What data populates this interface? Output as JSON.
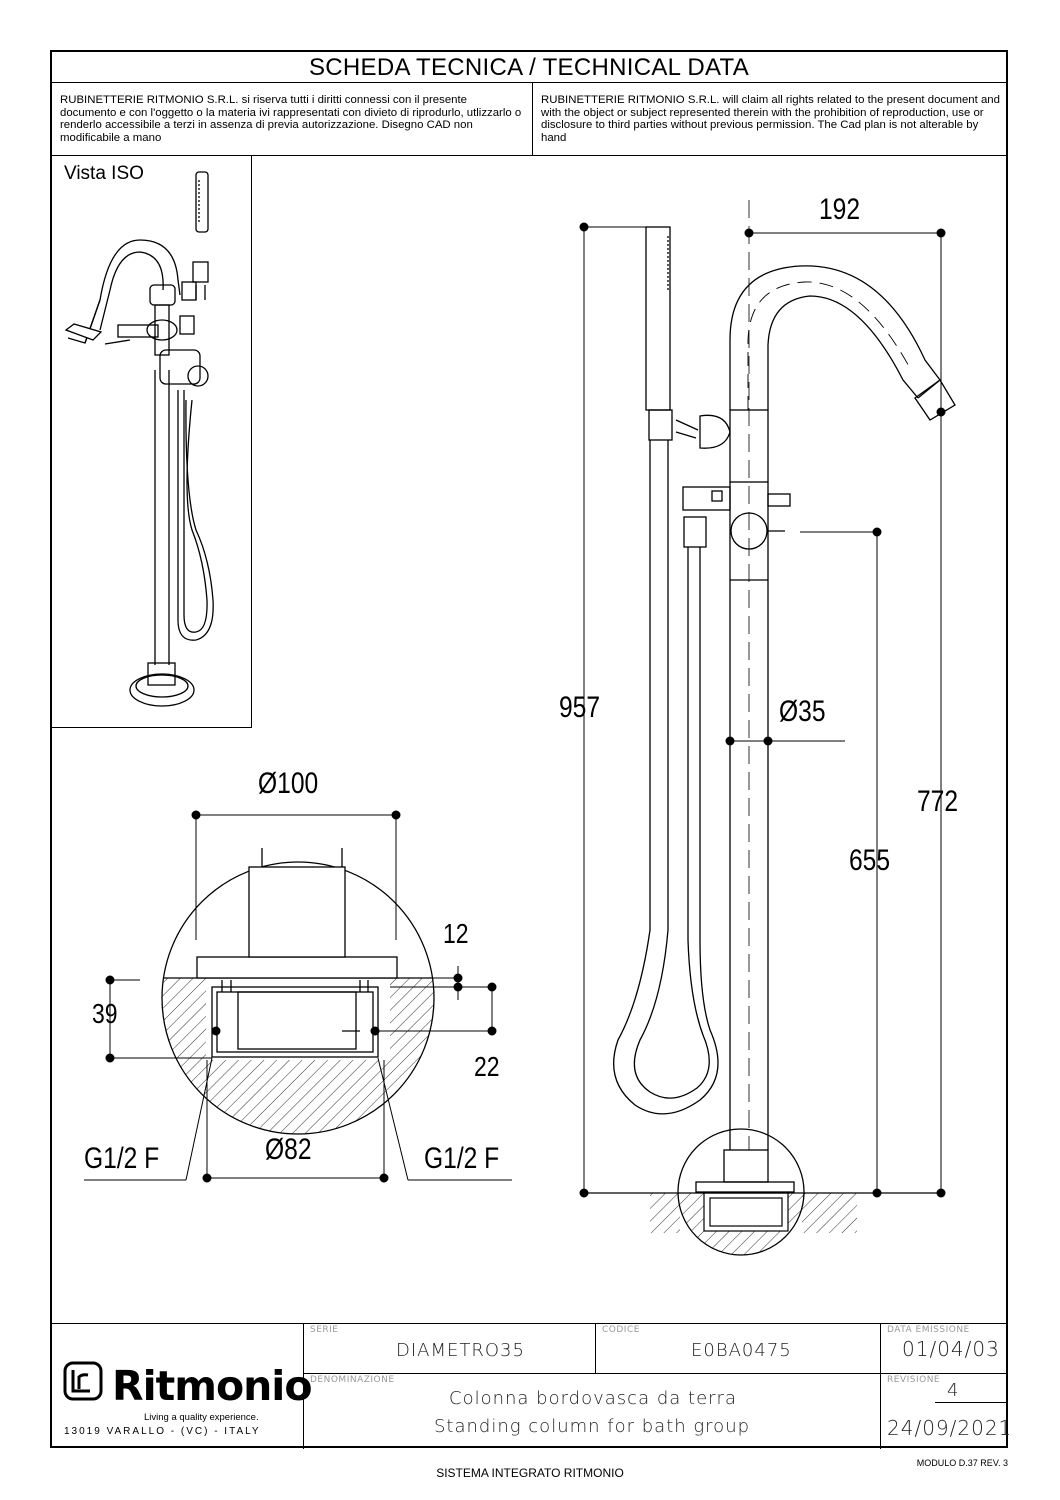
{
  "header": {
    "title": "SCHEDA TECNICA / TECHNICAL DATA",
    "notice_it": "RUBINETTERIE RITMONIO S.R.L. si riserva tutti i diritti connessi con il presente documento e con l'oggetto o la materia ivi rappresentati con divieto di riprodurlo, utlizzarlo o renderlo accessibile a terzi in assenza di previa autorizzazione. Disegno CAD non modificabile a mano",
    "notice_en": "RUBINETTERIE RITMONIO S.R.L. will claim all rights related to the present document and with the object or subject represented therein with the prohibition  of reproduction, use or disclosure to third parties without previous permission.  The Cad plan is not alterable by hand"
  },
  "iso_view": {
    "label": "Vista ISO"
  },
  "dimensions": {
    "d100": "Ø100",
    "d12": "12",
    "d39": "39",
    "d22": "22",
    "d82": "Ø82",
    "g_left": "G1/2 F",
    "g_right": "G1/2 F",
    "d192": "192",
    "d957": "957",
    "d35": "Ø35",
    "d772": "772",
    "d655": "655"
  },
  "title_block": {
    "brand": "Ritmonio",
    "tagline": "Living a quality experience.",
    "address": "13019 VARALLO - (VC) - ITALY",
    "serie_label": "SERIE",
    "serie": "DIAMETRO35",
    "codice_label": "CODICE",
    "codice": "E0BA0475",
    "data_label": "DATA EMISSIONE",
    "data": "01/04/03",
    "denominazione_label": "DENOMINAZIONE",
    "denominazione_it": "Colonna bordovasca da terra",
    "denominazione_en": "Standing column for bath group",
    "revisione_label": "REVISIONE",
    "revisione": "4",
    "revisione_date": "24/09/2021"
  },
  "footer": {
    "modulo": "MODULO D.37 REV. 3",
    "sistema": "SISTEMA INTEGRATO RITMONIO"
  }
}
